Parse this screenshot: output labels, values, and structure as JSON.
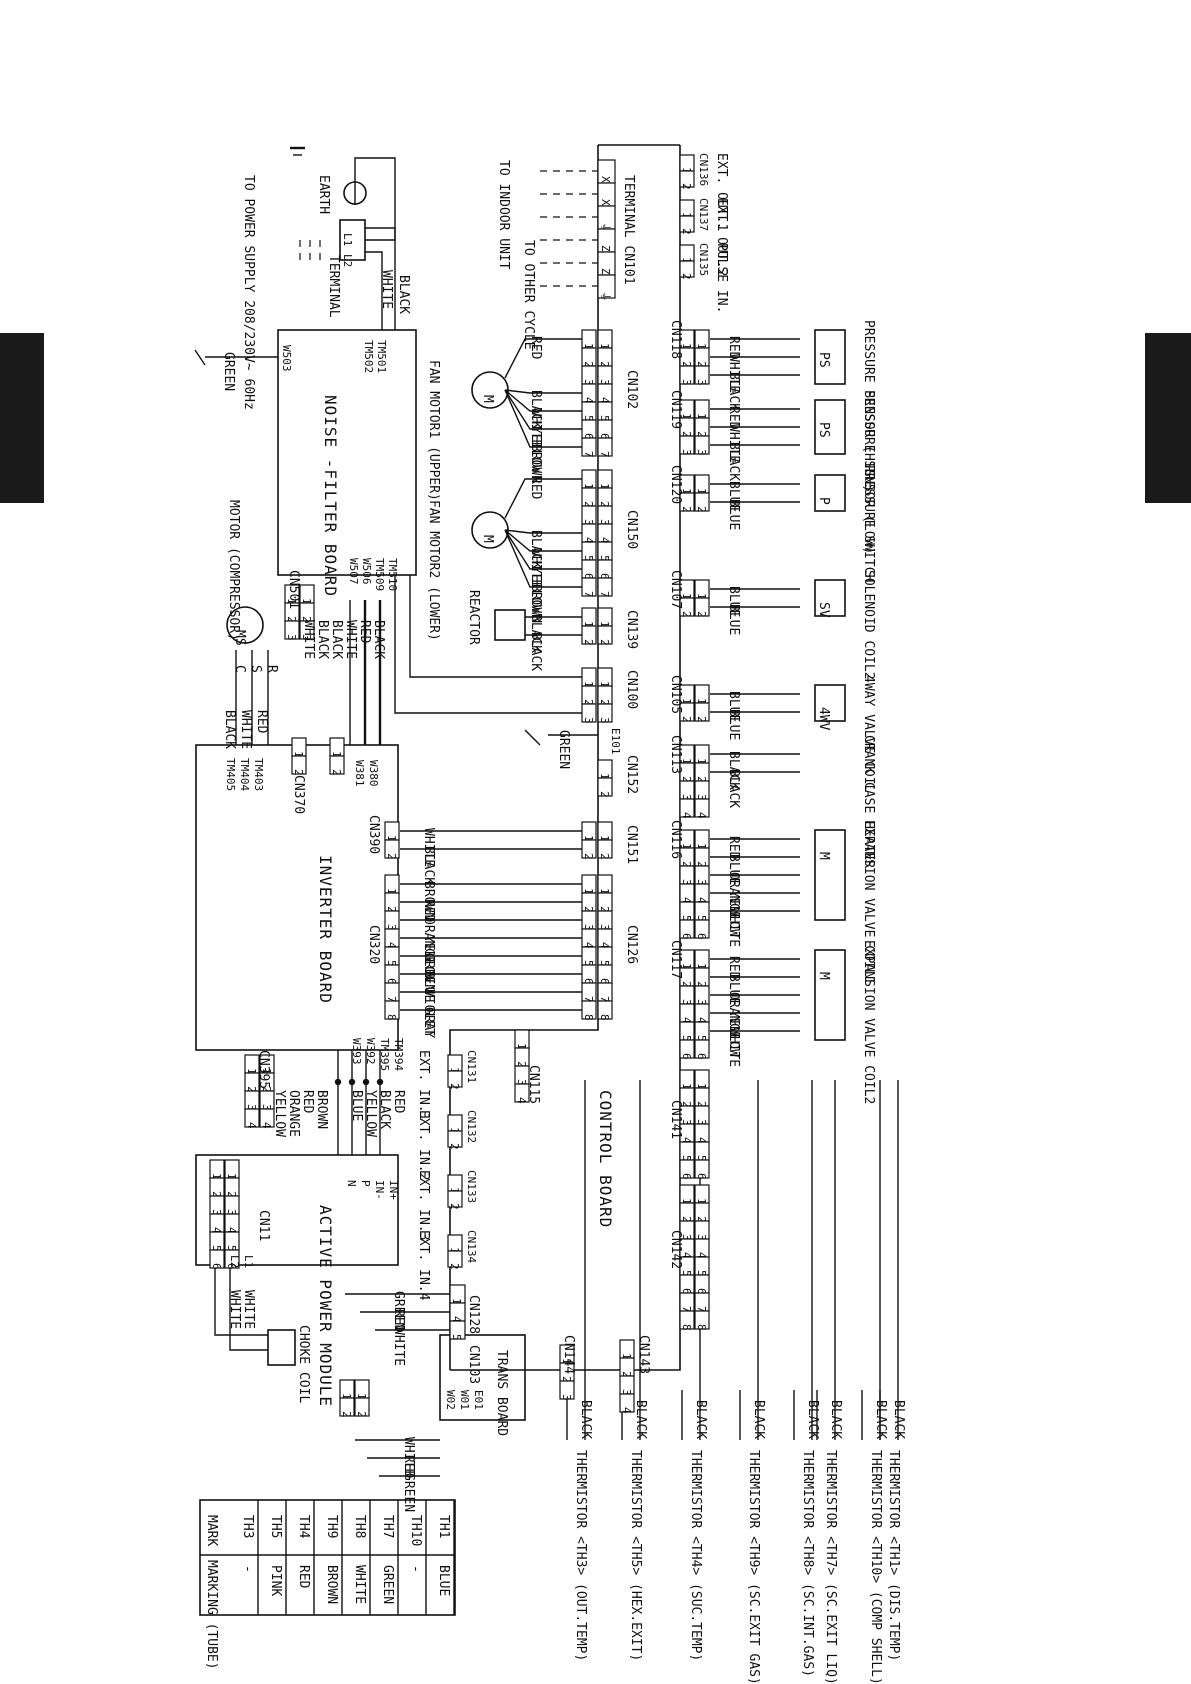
{
  "boards": {
    "noise_filter": "NOISE -FILTER BOARD",
    "inverter": "INVERTER BOARD",
    "control": "CONTROL BOARD",
    "active_power": "ACTIVE POWER MODULE",
    "trans": "TRANS BOARD"
  },
  "power": {
    "supply": "TO POWER SUPPLY 208/230V~ 60Hz",
    "earth": "EARTH",
    "terminal": "TERMINAL",
    "l1": "L1",
    "l2": "L2",
    "black": "BLACK",
    "white": "WHITE",
    "tm501": "TM501",
    "tm502": "TM502",
    "w503": "W503",
    "green": "GREEN"
  },
  "indoor": {
    "to_indoor": "TO INDOOR UNIT",
    "to_other": "TO OTHER CYCLE",
    "terminal_cn101": "TERMINAL CN101",
    "pins": [
      "X1",
      "X2",
      "⏚",
      "Z1",
      "Z2",
      "⏚"
    ]
  },
  "ext_out": [
    {
      "label": "EXT. OUT.1",
      "cn": "CN136"
    },
    {
      "label": "EXT. OUT.2",
      "cn": "CN137"
    },
    {
      "label": "PULSE IN.",
      "cn": "CN135"
    }
  ],
  "fan_upper": {
    "label": "FAN MOTOR1 (UPPER)",
    "cn": "CN102",
    "wires": [
      "RED",
      "BLACK",
      "WHITE",
      "YELLOW",
      "BROWN"
    ]
  },
  "fan_lower": {
    "label": "FAN MOTOR2 (LOWER)",
    "cn": "CN150",
    "wires": [
      "RED",
      "BLACK",
      "WHITE",
      "YELLOW",
      "BROWN"
    ]
  },
  "reactor": {
    "label": "REACTOR",
    "cn": "CN139",
    "wires": [
      "BLACK",
      "BLACK"
    ]
  },
  "cn100": "CN100",
  "e101": {
    "label": "E101",
    "wire": "GREEN"
  },
  "cn152": "CN152",
  "cn151": "CN151",
  "cn501": {
    "label": "CN501",
    "tms": [
      "W507",
      "W506",
      "TM509",
      "TM510"
    ],
    "wires": [
      "WHITE",
      "BLACK",
      "BLACK",
      "WHITE",
      "RED",
      "BLACK"
    ]
  },
  "compressor": {
    "label": "MOTOR (COMPRESSOR)",
    "ms": "MS",
    "phase": "3~",
    "terms": [
      "R",
      "S",
      "C"
    ],
    "wires": [
      "RED",
      "WHITE",
      "BLACK"
    ],
    "tms": [
      "TM403",
      "TM404",
      "TM405"
    ]
  },
  "cn370": {
    "label": "CN370",
    "tms": [
      "W380",
      "W381"
    ]
  },
  "cn390": {
    "label": "CN390",
    "wires": [
      "WHITE",
      "BLACK"
    ]
  },
  "cn320": {
    "label": "CN320",
    "cn_right": "CN126",
    "wires": [
      "BROWN",
      "RED",
      "ORANGE",
      "YELLOW",
      "GREEN",
      "BLUE",
      "VIOLET",
      "GRAY"
    ]
  },
  "cn395": {
    "label": "CN395",
    "tms": [
      "TM394",
      "TM395",
      "W392",
      "W393"
    ],
    "wires": [
      "RED",
      "BLACK",
      "YELLOW",
      "BLUE"
    ],
    "wires2": [
      "BROWN",
      "RED",
      "ORANGE",
      "YELLOW"
    ]
  },
  "cn11": {
    "label": "CN11",
    "ins": [
      "IN+",
      "IN-",
      "P",
      "N"
    ],
    "l": [
      "L1",
      "L2"
    ]
  },
  "choke": {
    "label": "CHOKE COIL",
    "wires": [
      "WHITE",
      "WHITE"
    ]
  },
  "cn115": "CN115",
  "ext_in": [
    {
      "label": "EXT. IN.1",
      "cn": "CN131"
    },
    {
      "label": "EXT. IN.2",
      "cn": "CN132"
    },
    {
      "label": "EXT. IN.3",
      "cn": "CN133"
    },
    {
      "label": "EXT. IN.4",
      "cn": "CN134"
    }
  ],
  "cn128": {
    "label": "CN128",
    "pins": [
      "1",
      "4",
      "5"
    ],
    "wires": [
      "GREEN",
      "RED",
      "WHITE"
    ]
  },
  "cn103": {
    "label": "CN103",
    "tms": [
      "E01",
      "W01",
      "W02"
    ],
    "wires": [
      "WHITE",
      "RED",
      "GREEN"
    ]
  },
  "sensors": [
    {
      "cn": "CN118",
      "label": "PRESSURE SENSOR (HIGH)",
      "sym": "PS",
      "wires": [
        "RED",
        "WHITE",
        "BLACK"
      ]
    },
    {
      "cn": "CN119",
      "label": "PRESSURE SENSOR (LOW)",
      "sym": "PS",
      "wires": [
        "RED",
        "WHITE",
        "BLACK"
      ]
    },
    {
      "cn": "CN120",
      "label": "PRESSURE SWITCH",
      "sym": "P",
      "wires": [
        "BLUE",
        "BLUE"
      ]
    },
    {
      "cn": "CN107",
      "label": "SOLENOID COIL2",
      "sym": "SV",
      "wires": [
        "BLUE",
        "BLUE"
      ]
    },
    {
      "cn": "CN105",
      "label": "4WAY VALVE COIL",
      "sym": "4WV",
      "wires": [
        "BLUE",
        "BLUE"
      ]
    },
    {
      "cn": "CN113",
      "label": "CRANK CASE HEATER",
      "sym": "",
      "wires": [
        "BLACK",
        "BLACK"
      ]
    },
    {
      "cn": "CN116",
      "label": "EXPANSION VALVE COIL1",
      "sym": "M",
      "wires": [
        "RED",
        "BLUE",
        "ORANGE",
        "YELLOW",
        "WHITE"
      ]
    },
    {
      "cn": "CN117",
      "label": "EXPANSION VALVE COIL2",
      "sym": "M",
      "wires": [
        "RED",
        "BLUE",
        "ORANGE",
        "YELLOW",
        "WHITE"
      ]
    }
  ],
  "cn141": "CN141",
  "cn142": "CN142",
  "cn143": "CN143",
  "cn144": "CN144",
  "thermistors": [
    {
      "label": "THERMISTOR <TH1> (DIS.TEMP)",
      "wire": "BLACK"
    },
    {
      "label": "THERMISTOR <TH10> (COMP SHELL)",
      "wire": "BLACK"
    },
    {
      "label": "THERMISTOR <TH7> (SC.EXIT LIQ)",
      "wire": "BLACK"
    },
    {
      "label": "THERMISTOR <TH8> (SC.INT.GAS)",
      "wire": "BLACK"
    },
    {
      "label": "THERMISTOR <TH9> (SC.EXIT GAS)",
      "wire": "BLACK"
    },
    {
      "label": "THERMISTOR <TH4> (SUC.TEMP)",
      "wire": "BLACK"
    },
    {
      "label": "THERMISTOR <TH5> (HEX.EXIT)",
      "wire": "BLACK"
    },
    {
      "label": "THERMISTOR <TH3> (OUT.TEMP)",
      "wire": "BLACK"
    }
  ],
  "marking_table": {
    "header": [
      "MARK",
      "MARKING (TUBE)"
    ],
    "rows": [
      [
        "TH1",
        "BLUE"
      ],
      [
        "TH10",
        "-"
      ],
      [
        "TH7",
        "GREEN"
      ],
      [
        "TH8",
        "WHITE"
      ],
      [
        "TH9",
        "BROWN"
      ],
      [
        "TH4",
        "RED"
      ],
      [
        "TH5",
        "PINK"
      ],
      [
        "TH3",
        "-"
      ]
    ]
  }
}
